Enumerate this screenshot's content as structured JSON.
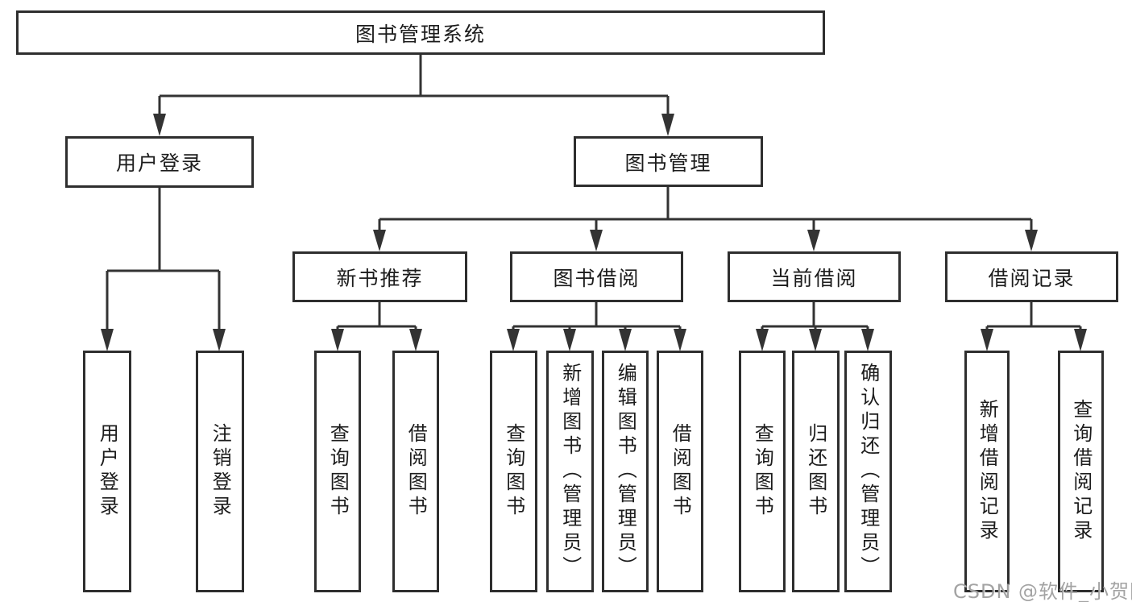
{
  "root": {
    "label": "图书管理系统"
  },
  "login_branch": {
    "label": "用户登录",
    "children": [
      {
        "label": "用户登录"
      },
      {
        "label": "注销登录"
      }
    ]
  },
  "mgmt_branch": {
    "label": "图书管理",
    "groups": [
      {
        "label": "新书推荐",
        "children": [
          {
            "label": "查询图书"
          },
          {
            "label": "借阅图书"
          }
        ]
      },
      {
        "label": "图书借阅",
        "children": [
          {
            "label": "查询图书"
          },
          {
            "label": "新增图书（管理员）"
          },
          {
            "label": "编辑图书（管理员）"
          },
          {
            "label": "借阅图书"
          }
        ]
      },
      {
        "label": "当前借阅",
        "children": [
          {
            "label": "查询图书"
          },
          {
            "label": "归还图书"
          },
          {
            "label": "确认归还（管理员）"
          }
        ]
      },
      {
        "label": "借阅记录",
        "children": [
          {
            "label": "新增借阅记录"
          },
          {
            "label": "查询借阅记录"
          }
        ]
      }
    ]
  },
  "watermark": {
    "text": "CSDN @软件_小贺同学"
  },
  "colors": {
    "line": "#333333",
    "box_border": "#2e2e2e",
    "box_fill": "#ffffff",
    "text": "#1c1c1c",
    "watermark": "#9b9b9b",
    "background": "#ffffff"
  }
}
